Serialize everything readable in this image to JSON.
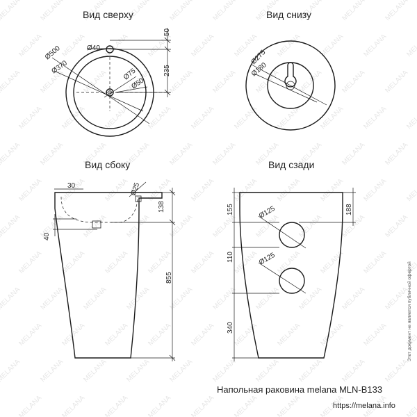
{
  "brand": {
    "watermark": "MELANA",
    "accent": "#1a1a1a"
  },
  "views": {
    "top": {
      "title": "Вид сверху",
      "dims": {
        "d500": "Ø500",
        "d370": "Ø370",
        "d40": "Ø40",
        "d75": "Ø75",
        "d50": "Ø50",
        "h50": "50",
        "h235": "235"
      }
    },
    "bottom": {
      "title": "Вид снизу",
      "dims": {
        "d275": "Ø275",
        "d180": "Ø180"
      }
    },
    "side": {
      "title": "Вид сбоку",
      "dims": {
        "w30": "30",
        "d25": "Ø25",
        "h138": "138",
        "h40": "40",
        "h855": "855"
      }
    },
    "back": {
      "title": "Вид сзади",
      "dims": {
        "h155": "155",
        "h188": "188",
        "d125a": "Ø125",
        "h110": "110",
        "d125b": "Ø125",
        "h340": "340"
      }
    }
  },
  "footer": {
    "product": "Напольная раковина melana MLN-B133",
    "url": "https://melana.info",
    "note": "Этот документ не является публичной офертой"
  }
}
